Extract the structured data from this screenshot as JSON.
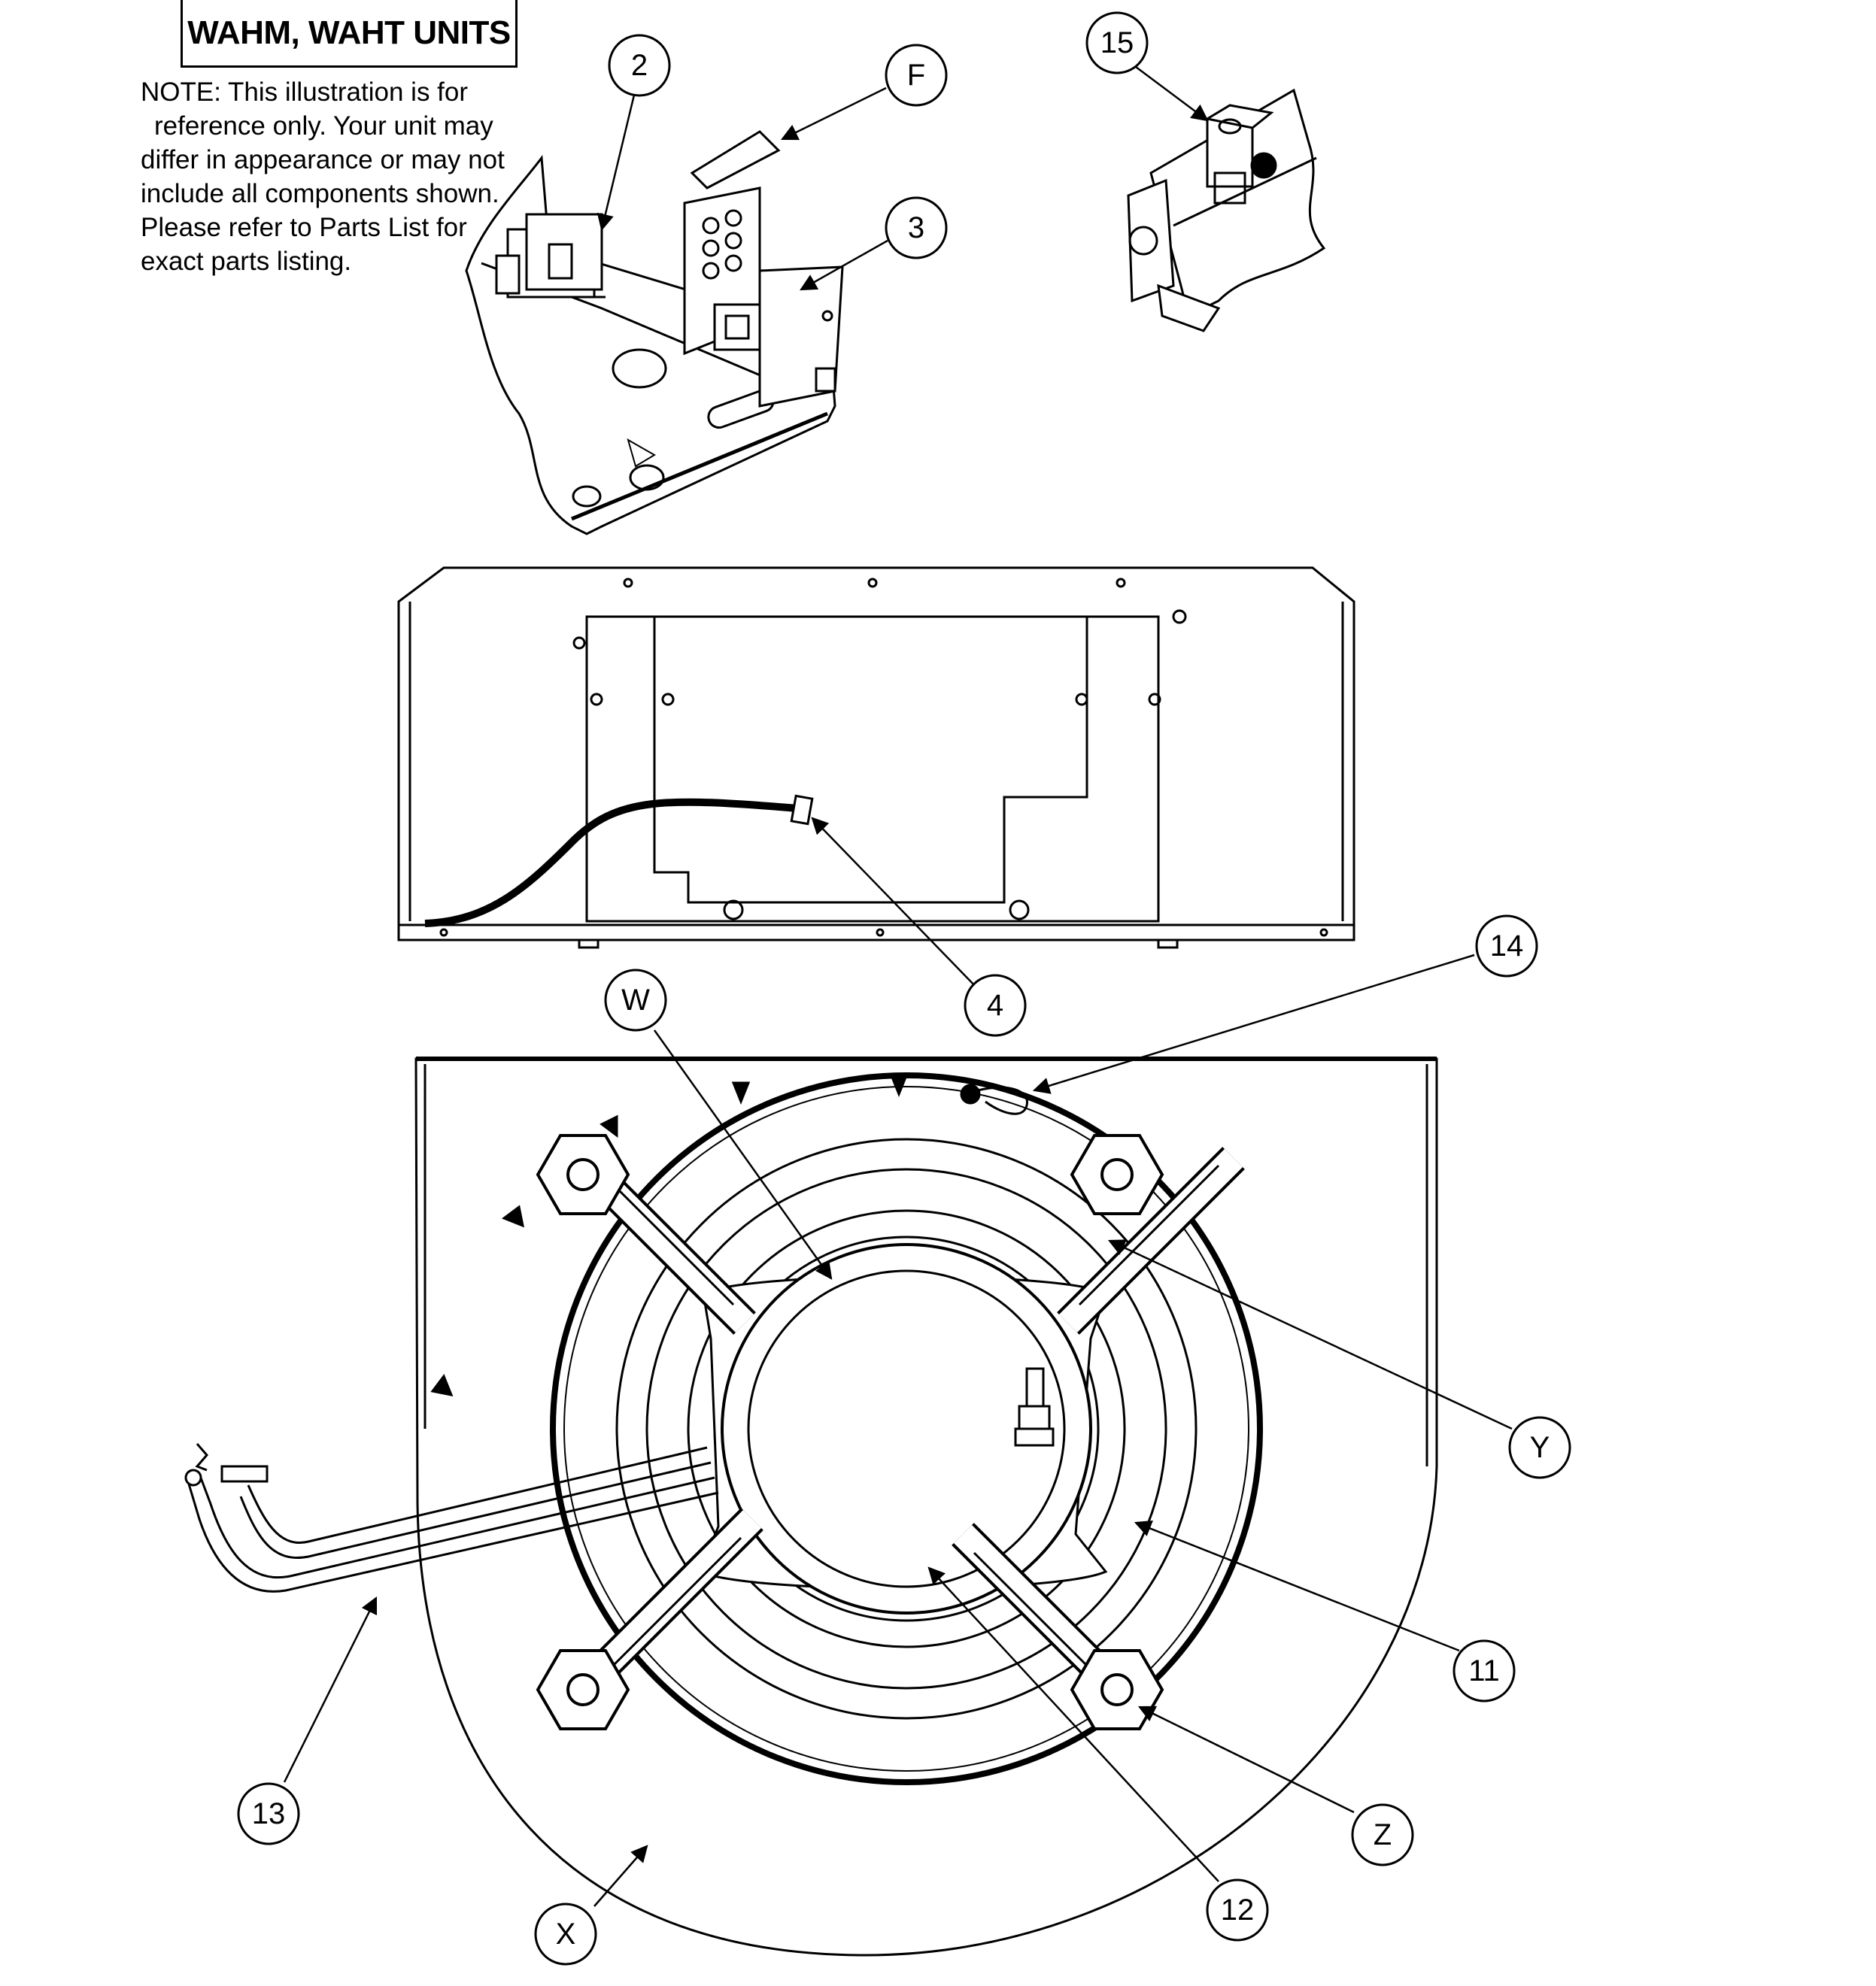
{
  "header": {
    "title": "WAHM, WAHT UNITS"
  },
  "note": {
    "lines": [
      "NOTE: This illustration is for",
      "reference only.  Your unit may",
      "differ in appearance or may not",
      "include all components shown.",
      "Please refer to Parts List for",
      "exact parts listing."
    ]
  },
  "callouts": {
    "c2": "2",
    "cF": "F",
    "c3": "3",
    "c15": "15",
    "c4": "4",
    "c14": "14",
    "cW": "W",
    "cY": "Y",
    "c11": "11",
    "cZ": "Z",
    "c12": "12",
    "c13": "13",
    "cX": "X"
  }
}
